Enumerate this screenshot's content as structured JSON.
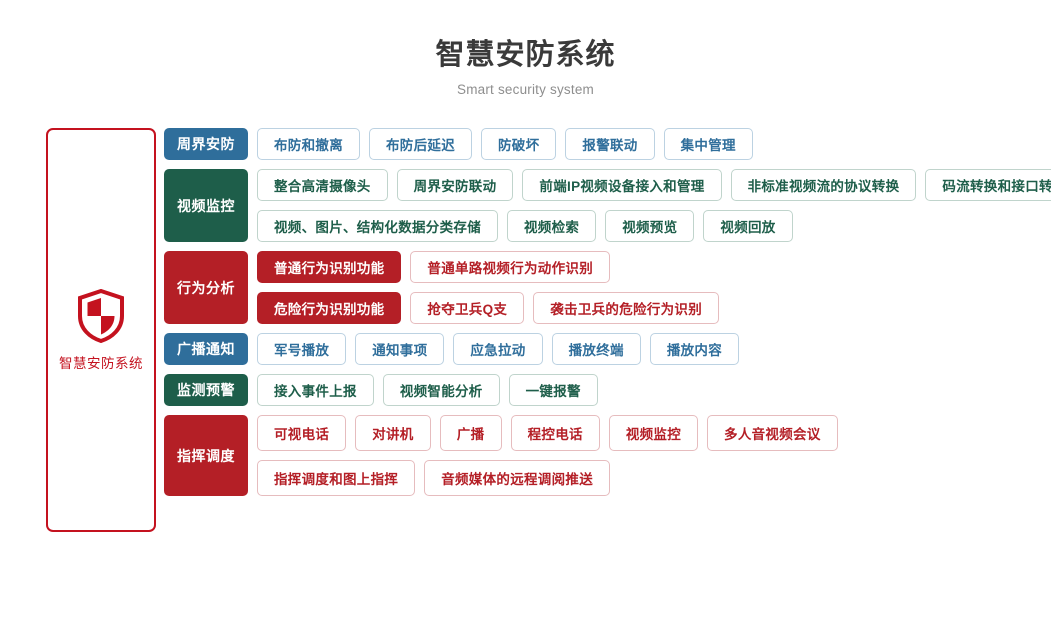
{
  "header": {
    "title": "智慧安防系统",
    "subtitle": "Smart security system"
  },
  "brand": {
    "icon": "shield-icon",
    "label": "智慧安防系统",
    "border_color": "#c4121f",
    "text_color": "#c4121f"
  },
  "colors": {
    "blue": "#2f6e9b",
    "green": "#1e5e4a",
    "red": "#b41f26",
    "title": "#3a3a3a",
    "subtitle": "#8e8e8e"
  },
  "groups": [
    {
      "category": "周界安防",
      "color": "blue",
      "rows": [
        [
          {
            "label": "布防和撤离",
            "style": "outline"
          },
          {
            "label": "布防后延迟",
            "style": "outline"
          },
          {
            "label": "防破坏",
            "style": "outline"
          },
          {
            "label": "报警联动",
            "style": "outline"
          },
          {
            "label": "集中管理",
            "style": "outline"
          }
        ]
      ]
    },
    {
      "category": "视频监控",
      "color": "green",
      "rows": [
        [
          {
            "label": "整合高清摄像头",
            "style": "outline"
          },
          {
            "label": "周界安防联动",
            "style": "outline"
          },
          {
            "label": "前端IP视频设备接入和管理",
            "style": "outline"
          },
          {
            "label": "非标准视频流的协议转换",
            "style": "outline"
          },
          {
            "label": "码流转换和接口转换",
            "style": "outline"
          }
        ],
        [
          {
            "label": "视频、图片、结构化数据分类存储",
            "style": "outline"
          },
          {
            "label": "视频检索",
            "style": "outline"
          },
          {
            "label": "视频预览",
            "style": "outline"
          },
          {
            "label": "视频回放",
            "style": "outline"
          }
        ]
      ]
    },
    {
      "category": "行为分析",
      "color": "red",
      "rows": [
        [
          {
            "label": "普通行为识别功能",
            "style": "filled"
          },
          {
            "label": "普通单路视频行为动作识别",
            "style": "outline"
          }
        ],
        [
          {
            "label": "危险行为识别功能",
            "style": "filled"
          },
          {
            "label": "抢夺卫兵Q支",
            "style": "outline"
          },
          {
            "label": "袭击卫兵的危险行为识别",
            "style": "outline"
          }
        ]
      ]
    },
    {
      "category": "广播通知",
      "color": "blue",
      "rows": [
        [
          {
            "label": "军号播放",
            "style": "outline"
          },
          {
            "label": "通知事项",
            "style": "outline"
          },
          {
            "label": "应急拉动",
            "style": "outline"
          },
          {
            "label": "播放终端",
            "style": "outline"
          },
          {
            "label": "播放内容",
            "style": "outline"
          }
        ]
      ]
    },
    {
      "category": "监测预警",
      "color": "green",
      "rows": [
        [
          {
            "label": "接入事件上报",
            "style": "outline"
          },
          {
            "label": "视频智能分析",
            "style": "outline"
          },
          {
            "label": "一键报警",
            "style": "outline"
          }
        ]
      ]
    },
    {
      "category": "指挥调度",
      "color": "red",
      "rows": [
        [
          {
            "label": "可视电话",
            "style": "outline"
          },
          {
            "label": "对讲机",
            "style": "outline"
          },
          {
            "label": "广播",
            "style": "outline"
          },
          {
            "label": "程控电话",
            "style": "outline"
          },
          {
            "label": "视频监控",
            "style": "outline"
          },
          {
            "label": "多人音视频会议",
            "style": "outline"
          }
        ],
        [
          {
            "label": "指挥调度和图上指挥",
            "style": "outline"
          },
          {
            "label": "音频媒体的远程调阅推送",
            "style": "outline"
          }
        ]
      ]
    }
  ]
}
